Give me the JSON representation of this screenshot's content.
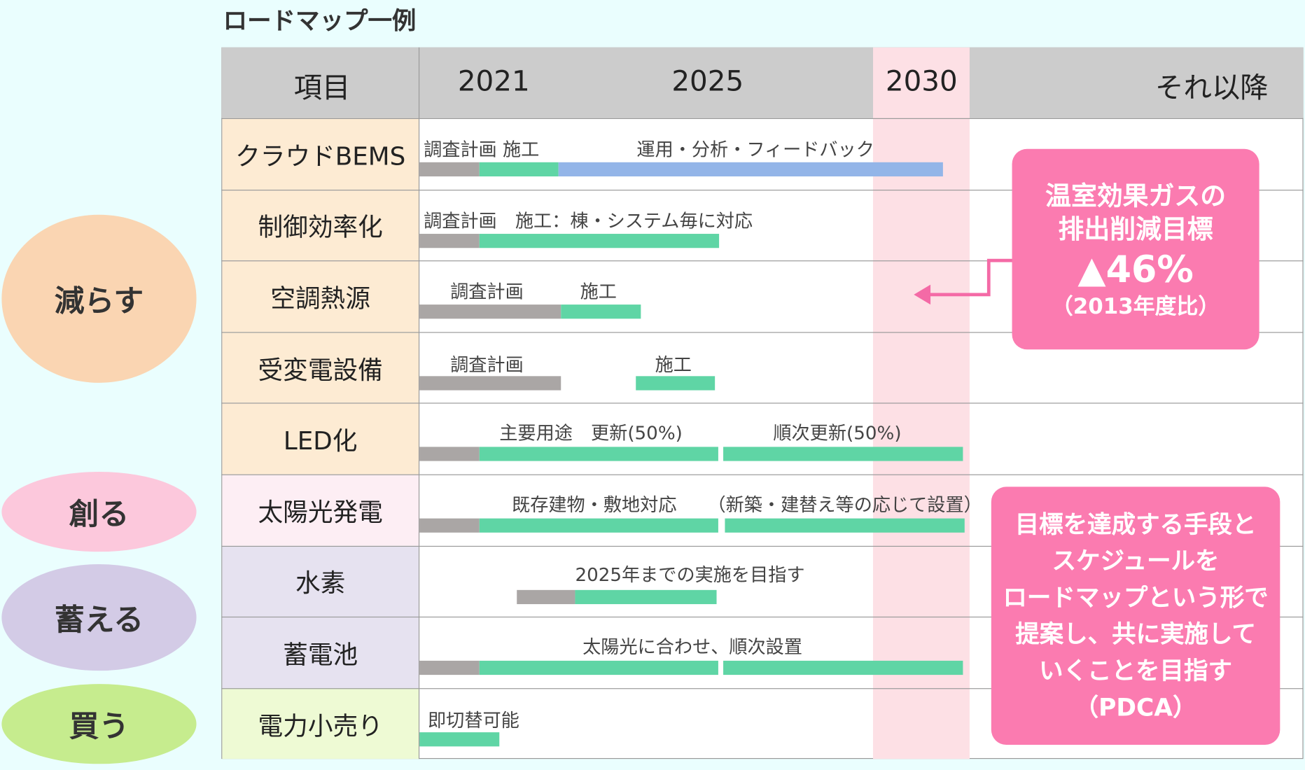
{
  "title": "ロードマップ一例",
  "header": {
    "item": "項目",
    "years": [
      "2021",
      "2025",
      "2030"
    ],
    "later": "それ以降"
  },
  "colors": {
    "survey": "#aaa6a5",
    "construction": "#5fd5a5",
    "operation": "#93b5e8",
    "highlight_2030": "#fde0e5",
    "callout": "#fb7bb0"
  },
  "categories": [
    {
      "label": "減らす",
      "color": "#fad5b2"
    },
    {
      "label": "創る",
      "color": "#fcc8dc"
    },
    {
      "label": "蓄える",
      "color": "#d3cbe6"
    },
    {
      "label": "買う",
      "color": "#c6ec8e"
    }
  ],
  "rows": [
    {
      "item": "クラウドBEMS",
      "labels": [
        "調査計画  施工",
        "運用・分析・フィードバック"
      ],
      "bars": [
        {
          "phase": "survey",
          "start": 2019.64,
          "end": 2020.75
        },
        {
          "phase": "construction",
          "start": 2020.75,
          "end": 2022.22
        },
        {
          "phase": "operation",
          "start": 2022.22,
          "end": 2029.36
        }
      ]
    },
    {
      "item": "制御効率化",
      "labels": [
        "調査計画　施工：棟・システム毎に対応"
      ],
      "bars": [
        {
          "phase": "survey",
          "start": 2019.64,
          "end": 2020.75
        },
        {
          "phase": "construction",
          "start": 2020.75,
          "end": 2025.2
        }
      ]
    },
    {
      "item": "空調熱源",
      "labels": [
        "調査計画",
        "施工"
      ],
      "bars": [
        {
          "phase": "survey",
          "start": 2019.64,
          "end": 2022.27
        },
        {
          "phase": "construction",
          "start": 2022.27,
          "end": 2023.75
        }
      ]
    },
    {
      "item": "受変電設備",
      "labels": [
        "調査計画",
        "施工"
      ],
      "bars": [
        {
          "phase": "survey",
          "start": 2019.64,
          "end": 2022.27
        },
        {
          "phase": "construction",
          "start": 2023.66,
          "end": 2025.12
        }
      ]
    },
    {
      "item": "LED化",
      "labels": [
        "主要用途　更新(50%)",
        "順次更新(50%)"
      ],
      "bars": [
        {
          "phase": "survey",
          "start": 2019.64,
          "end": 2020.75
        },
        {
          "phase": "construction",
          "start": 2020.75,
          "end": 2025.19
        },
        {
          "phase": "construction",
          "start": 2025.28,
          "end": 2029.73
        }
      ]
    },
    {
      "item": "太陽光発電",
      "labels": [
        "既存建物・敷地対応",
        "（新築・建替え等の応じて設置）"
      ],
      "bars": [
        {
          "phase": "survey",
          "start": 2019.64,
          "end": 2020.75
        },
        {
          "phase": "construction",
          "start": 2020.75,
          "end": 2025.19
        },
        {
          "phase": "construction",
          "start": 2025.31,
          "end": 2029.76
        }
      ]
    },
    {
      "item": "水素",
      "labels": [
        "2025年までの実施を目指す"
      ],
      "bars": [
        {
          "phase": "survey",
          "start": 2021.45,
          "end": 2022.53
        },
        {
          "phase": "construction",
          "start": 2022.53,
          "end": 2025.15
        }
      ]
    },
    {
      "item": "蓄電池",
      "labels": [
        "太陽光に合わせ、順次設置"
      ],
      "bars": [
        {
          "phase": "survey",
          "start": 2019.64,
          "end": 2020.75
        },
        {
          "phase": "construction",
          "start": 2020.75,
          "end": 2025.19
        },
        {
          "phase": "construction",
          "start": 2025.28,
          "end": 2029.73
        }
      ]
    },
    {
      "item": "電力小売り",
      "labels": [
        "即切替可能"
      ],
      "bars": [
        {
          "phase": "construction",
          "start": 2019.64,
          "end": 2021.12
        }
      ]
    }
  ],
  "callout_target": {
    "lines": [
      "温室効果ガスの",
      "排出削減目標",
      "▲46%",
      "（2013年度比）"
    ]
  },
  "callout_goal": {
    "lines": [
      "目標を達成する手段と",
      "スケジュールを",
      "ロードマップという形で",
      "提案し、共に実施して",
      "いくことを目指す",
      "（PDCA）"
    ]
  }
}
